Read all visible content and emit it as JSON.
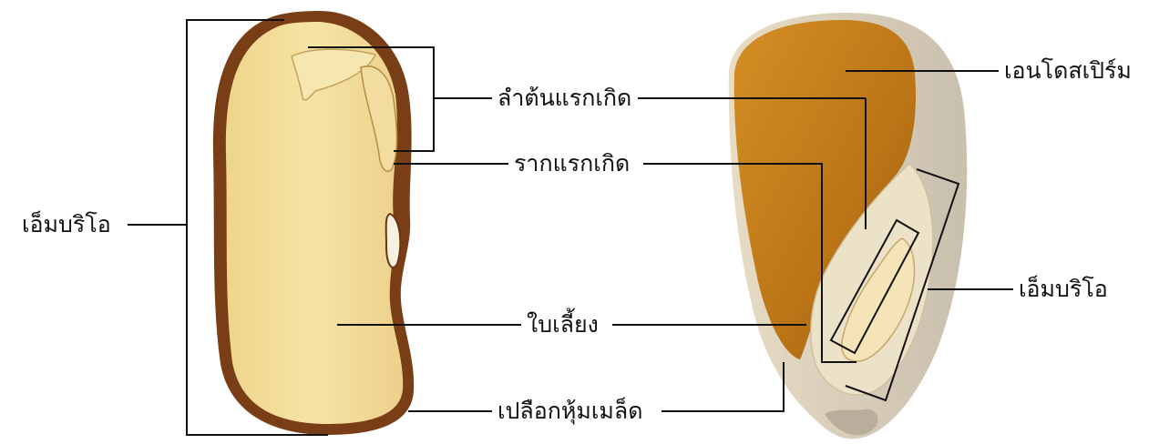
{
  "labels": {
    "embryo_left": "เอ็มบริโอ",
    "hypocotyl": "ลำต้นแรกเกิด",
    "radicle": "รากแรกเกิด",
    "cotyledon": "ใบเลี้ยง",
    "seed_coat": "เปลือกหุ้มเมล็ด",
    "endosperm": "เอนโดสเปิร์ม",
    "embryo_right": "เอ็มบริโอ"
  },
  "colors": {
    "line": "#111111",
    "bean_coat": "#7a3e17",
    "bean_flesh": "#f0d890",
    "corn_endosperm": "#c17a18",
    "corn_embryo": "#e9dcc0"
  }
}
